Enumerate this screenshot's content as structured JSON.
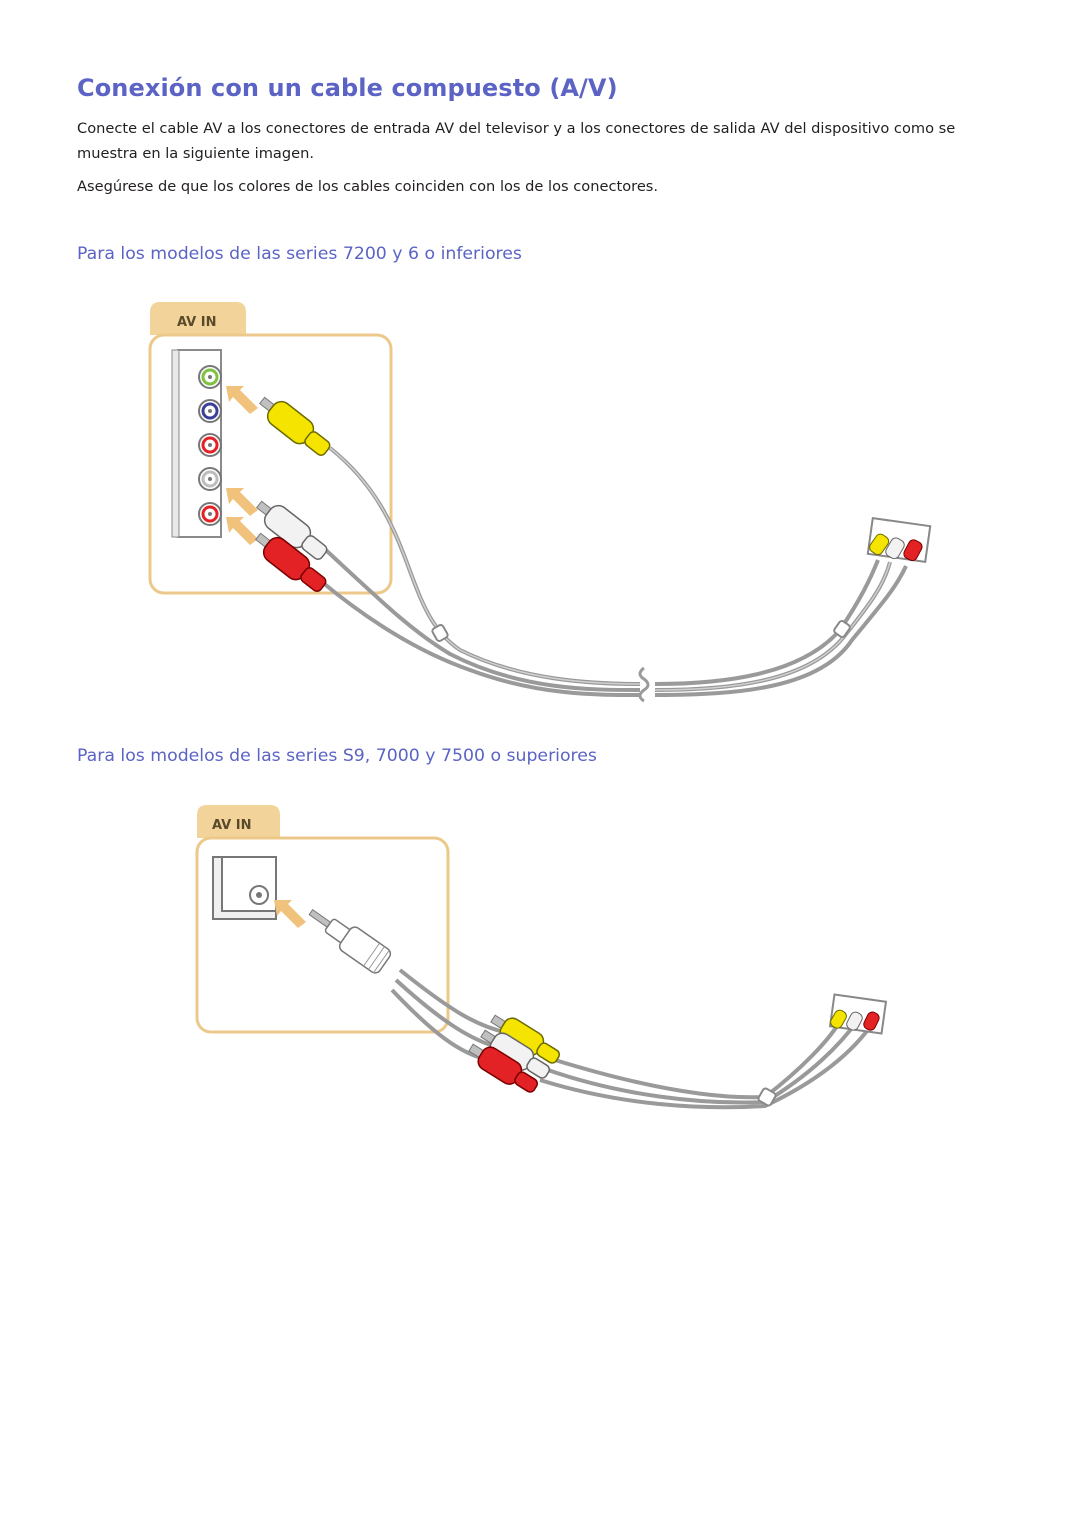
{
  "page": {
    "title": "Conexión con un cable compuesto (A/V)",
    "paragraphs": [
      "Conecte el cable AV a los conectores de entrada AV del televisor y a los conectores de salida AV del dispositivo como se muestra en la siguiente imagen.",
      "Asegúrese de que los colores de los cables coinciden con los de los conectores."
    ]
  },
  "sections": [
    {
      "heading": "Para los modelos de las series 7200 y 6 o inferiores",
      "port_label": "AV IN"
    },
    {
      "heading": "Para los modelos de las series S9, 7000 y 7500 o superiores",
      "port_label": "AV IN"
    }
  ],
  "colors": {
    "heading": "#5b63c4",
    "panel_border": "#ecc98a",
    "tab_fill": "#f2d49b",
    "arrow": "#f0c27c",
    "plug_yellow": "#f5e400",
    "plug_red": "#e32225",
    "plug_white": "#f2f2f2",
    "cable_gray": "#9a9a9a",
    "jack_green": "#7fc241",
    "jack_blue": "#3b3f9a",
    "jack_red": "#e32225"
  }
}
